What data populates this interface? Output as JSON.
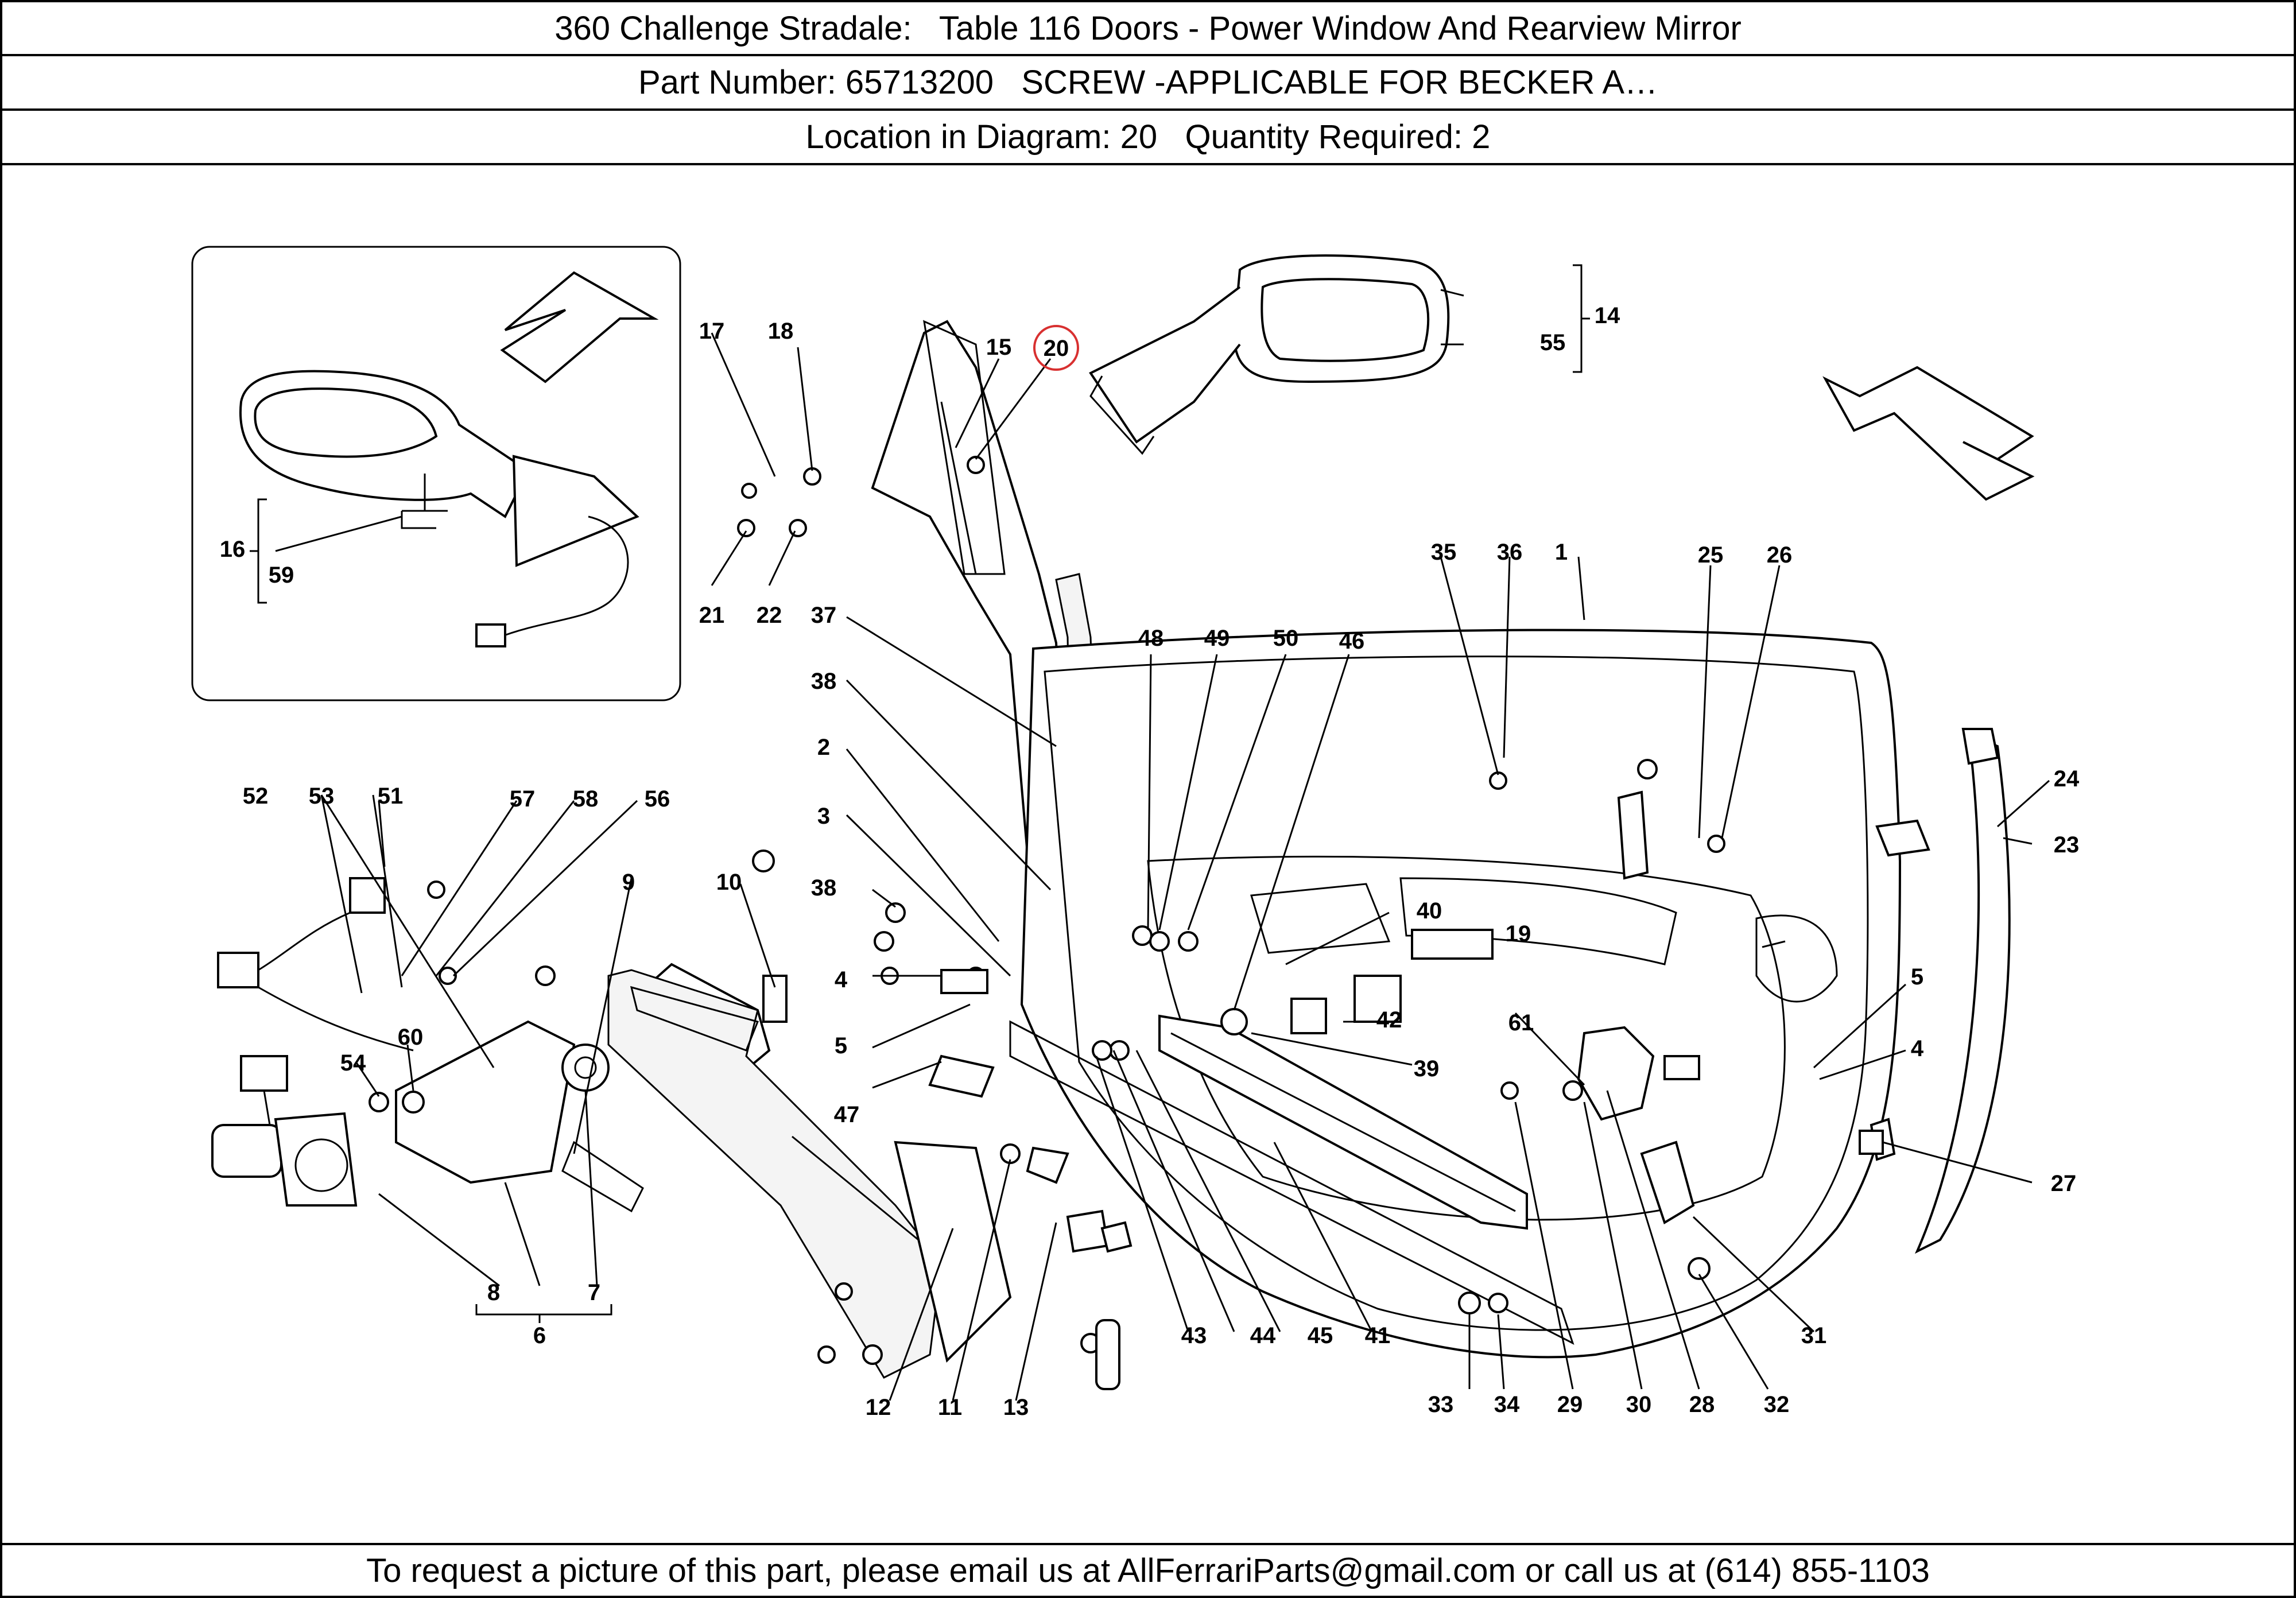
{
  "header": {
    "title": "360 Challenge Stradale:   Table 116 Doors - Power Window And Rearview Mirror",
    "part_line": "Part Number: 65713200   SCREW -APPLICABLE FOR BECKER A…",
    "location_line": "Location in Diagram: 20   Quantity Required: 2"
  },
  "footer": {
    "text": "To request a picture of this part, please email us at AllFerrariParts@gmail.com or call us at (614) 855-1103"
  },
  "diagram": {
    "highlighted_callout": "20",
    "highlight_color": "#d83030",
    "callouts": [
      "1",
      "2",
      "3",
      "4",
      "4",
      "5",
      "5",
      "6",
      "7",
      "8",
      "9",
      "10",
      "11",
      "12",
      "13",
      "14",
      "15",
      "16",
      "17",
      "18",
      "19",
      "20",
      "21",
      "22",
      "23",
      "24",
      "25",
      "26",
      "27",
      "28",
      "29",
      "30",
      "31",
      "32",
      "33",
      "34",
      "35",
      "36",
      "37",
      "38",
      "38",
      "39",
      "40",
      "41",
      "42",
      "43",
      "44",
      "45",
      "46",
      "47",
      "48",
      "49",
      "50",
      "51",
      "52",
      "53",
      "54",
      "55",
      "56",
      "57",
      "58",
      "59",
      "60",
      "61"
    ]
  }
}
